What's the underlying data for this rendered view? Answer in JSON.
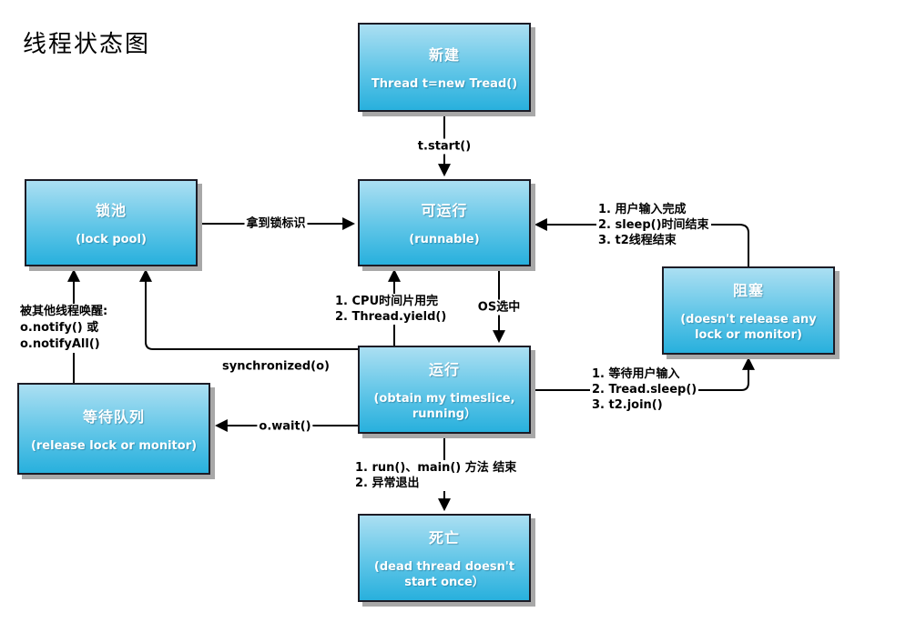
{
  "title": "线程状态图",
  "boxes": {
    "new": {
      "title": "新建",
      "subtitle": "Thread t=new Tread()"
    },
    "runnable": {
      "title": "可运行",
      "subtitle": "(runnable)"
    },
    "lock_pool": {
      "title": "锁池",
      "subtitle": "(lock pool)"
    },
    "blocked": {
      "title": "阻塞",
      "subtitle": "(doesn't release any lock or monitor)"
    },
    "running": {
      "title": "运行",
      "subtitle": "(obtain my timeslice, running）"
    },
    "wait_queue": {
      "title": "等待队列",
      "subtitle": "(release lock or monitor)"
    },
    "dead": {
      "title": "死亡",
      "subtitle": "(dead thread doesn't start once）"
    }
  },
  "labels": {
    "t_start": "t.start()",
    "get_lock": "拿到锁标识",
    "os_select": "OS选中",
    "o_wait": "o.wait()",
    "synchronized": "synchronized(o)",
    "blocked_to_runnable": [
      "1. 用户输入完成",
      "2. sleep()时间结束",
      "3. t2线程结束"
    ],
    "yield": [
      "1. CPU时间片用完",
      "2. Thread.yield()"
    ],
    "running_to_blocked": [
      "1. 等待用户输入",
      "2. Tread.sleep()",
      "3. t2.join()"
    ],
    "to_dead": [
      "1. run()、main() 方法 结束",
      "2. 异常退出"
    ],
    "notify": [
      "被其他线程唤醒:",
      "o.notify() 或",
      "o.notifyAll()"
    ]
  },
  "colors": {
    "box-top": "#abdff2",
    "box-bottom": "#28b0dd",
    "box-border": "#1c1c26",
    "box-shadow": "#a8a8a8",
    "line": "#000000"
  }
}
